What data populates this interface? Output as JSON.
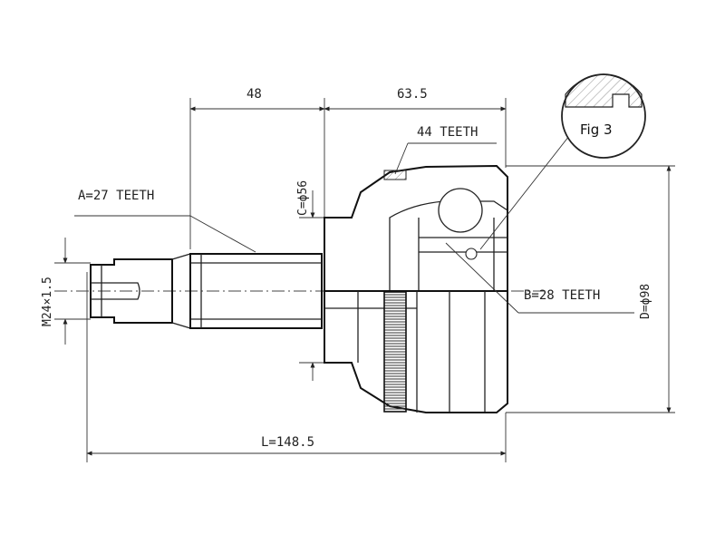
{
  "labels": {
    "dim_48": "48",
    "dim_63_5": "63.5",
    "teeth_44": "44 TEETH",
    "fig": "Fig 3",
    "c_diameter": "C=ϕ56",
    "a_teeth": "A=27 TEETH",
    "m_thread": "M24×1.5",
    "b_teeth": "B=28 TEETH",
    "d_diameter": "D=ϕ98",
    "length": "L=148.5"
  }
}
